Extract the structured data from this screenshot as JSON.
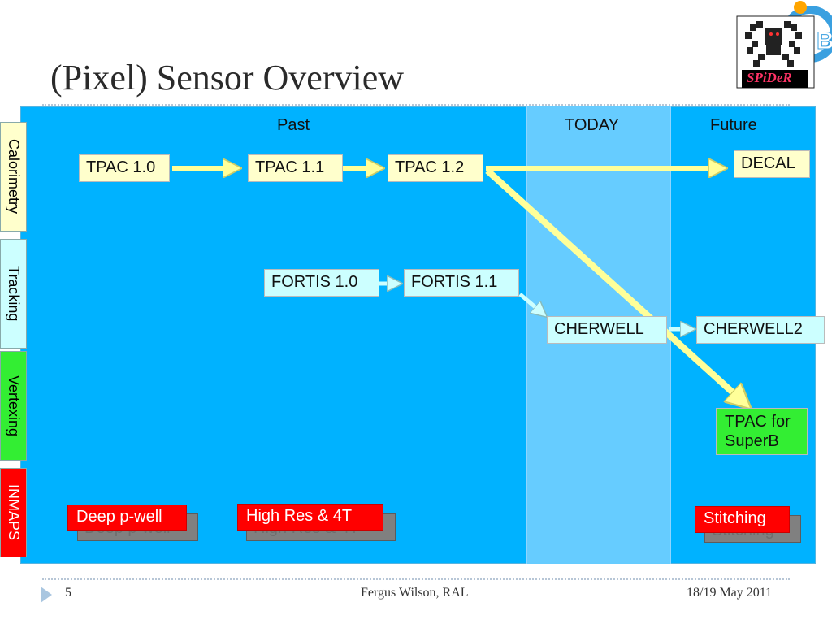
{
  "title": "(Pixel) Sensor Overview",
  "logo_text": "SPiDeR",
  "columns": {
    "past": "Past",
    "today": "TODAY",
    "future": "Future"
  },
  "side_tabs": [
    {
      "label": "Calorimetry",
      "color": "#ffffcc"
    },
    {
      "label": "Tracking",
      "color": "#ccffff"
    },
    {
      "label": "Vertexing",
      "color": "#33ee33"
    },
    {
      "label": "INMAPS",
      "color": "#ff0000"
    }
  ],
  "sensors": {
    "tpac10": "TPAC 1.0",
    "tpac11": "TPAC 1.1",
    "tpac12": "TPAC 1.2",
    "decal": "DECAL",
    "fortis10": "FORTIS 1.0",
    "fortis11": "FORTIS 1.1",
    "cherwell": "CHERWELL",
    "cherwell2": "CHERWELL2",
    "tpac_superb": "TPAC for SuperB"
  },
  "technologies": {
    "deep_pwell": "Deep p-well",
    "high_res": "High Res  & 4T",
    "stitching": "Stitching"
  },
  "footer": {
    "page": "5",
    "author": "Fergus Wilson, RAL",
    "date": "18/19 May 2011"
  },
  "colors": {
    "main_blue": "#00b2ff",
    "today_blue": "#66ccff",
    "arrow_yellow": "#ffff99",
    "arrow_cyan": "#ccffff"
  }
}
